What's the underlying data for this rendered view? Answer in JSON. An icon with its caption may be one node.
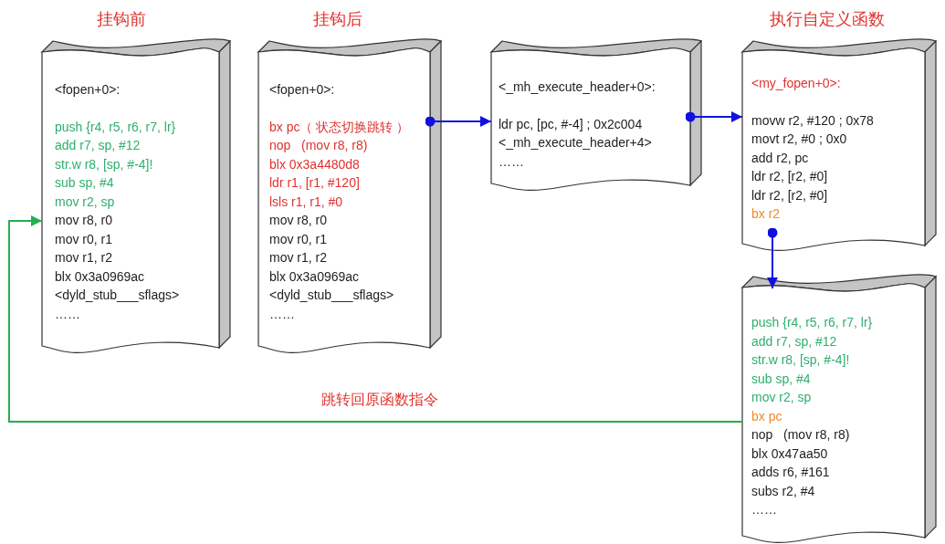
{
  "diagram": {
    "nodes": [
      {
        "text": [
          "挂钩前",
          "<fopen+0>:",
          "push {r4, r5, r6, r7, lr}",
          "add r7, sp, #12",
          "str.w r8, [sp, #-4]!",
          "sub sp, #4",
          "mov r2, sp",
          "mov r8, r0",
          "mov r0, r1",
          "mov r1, r2",
          "blx 0x3a0969ac",
          "<dyld_stub___sflags>",
          "……"
        ]
      },
      {
        "text": [
          "挂钩后",
          "<fopen+0>:",
          "bx pc（ 状态切换跳转 ）",
          "nop   (mov r8, r8)",
          "blx 0x3a4480d8",
          "ldr r1, [r1, #120]",
          "lsls r1, r1, #0",
          "mov r8, r0",
          "mov r0, r1",
          "mov r1, r2",
          "blx 0x3a0969ac",
          "<dyld_stub___sflags>",
          "……"
        ]
      },
      {
        "text": [
          "<_mh_execute_header+0>:",
          "ldr pc, [pc, #-4] ; 0x2c004",
          "<_mh_execute_header+4>",
          "……"
        ]
      },
      {
        "text": [
          "执行自定义函数",
          "<my_fopen+0>:",
          "movw r2, #120 ; 0x78",
          "movt r2, #0 ; 0x0",
          "add r2, pc",
          "ldr r2, [r2, #0]",
          "ldr r2, [r2, #0]",
          "bx r2"
        ]
      },
      {
        "text": [
          "push {r4, r5, r6, r7, lr}",
          "add r7, sp, #12",
          "str.w r8, [sp, #-4]!",
          "sub sp, #4",
          "mov r2, sp",
          "bx pc",
          "nop   (mov r8, r8)",
          "blx 0x47aa50",
          "adds r6, #161",
          "subs r2, #4",
          "……"
        ]
      }
    ],
    "edges": [
      {
        "from": 1,
        "to": 2,
        "arrow": "to"
      },
      {
        "from": 2,
        "to": 3,
        "arrow": "to"
      },
      {
        "from": 3,
        "to": 4,
        "arrow": "to"
      },
      {
        "from": 4,
        "to": 0,
        "arrow": "to",
        "label": "跳转回原函数指令",
        "color": "#22b04e"
      }
    ]
  }
}
